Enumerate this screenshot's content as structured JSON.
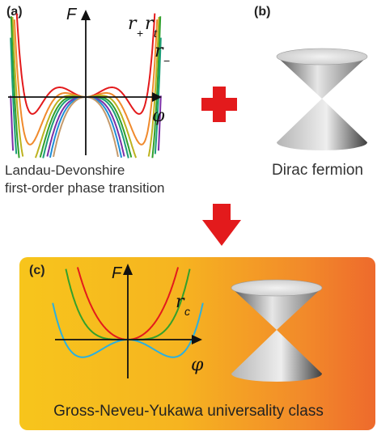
{
  "panel_a": {
    "label": "(a)",
    "axis_y": "F",
    "axis_x": "φ",
    "r_plus": "r",
    "r_plus_sub": "+",
    "r_t": "r",
    "r_t_sub": "t",
    "r_minus": "r",
    "r_minus_sub": "−",
    "caption_line1": "Landau-Devonshire",
    "caption_line2": "first-order phase transition",
    "curve_colors": [
      "#e31a1c",
      "#f08a2c",
      "#bdb21f",
      "#33a02c",
      "#1b9e77",
      "#7b2fa8",
      "#1f8dd6",
      "#c49a6c"
    ]
  },
  "plus_sign": {
    "color": "#e31a1c"
  },
  "panel_b": {
    "label": "(b)",
    "caption": "Dirac fermion"
  },
  "arrow": {
    "color": "#e31a1c"
  },
  "panel_c": {
    "label": "(c)",
    "axis_y": "F",
    "axis_x": "φ",
    "r_c": "r",
    "r_c_sub": "c",
    "caption": "Gross-Neveu-Yukawa universality class",
    "curve_colors": [
      "#e31a1c",
      "#33a02c",
      "#2ab0e0"
    ]
  }
}
